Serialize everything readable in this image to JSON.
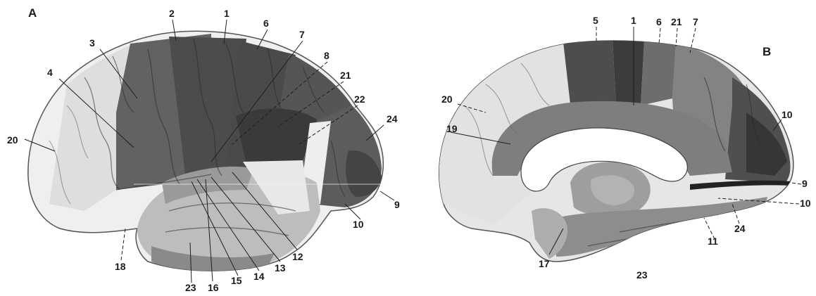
{
  "panels": [
    {
      "id": "A",
      "letter": "A",
      "labels": [
        "1",
        "2",
        "3",
        "4",
        "6",
        "7",
        "8",
        "9",
        "10",
        "12",
        "13",
        "14",
        "15",
        "16",
        "18",
        "20",
        "21",
        "22",
        "23",
        "24"
      ]
    },
    {
      "id": "B",
      "letter": "B",
      "labels": [
        "1",
        "5",
        "6",
        "7",
        "9",
        "10",
        "10",
        "11",
        "17",
        "19",
        "20",
        "21",
        "23",
        "24"
      ]
    }
  ],
  "colors": {
    "background": "#ffffff",
    "ink": "#1a1a1a",
    "darkest_area": "#3e3e3e",
    "dark_area": "#5a5a5a",
    "mid_area": "#7a7a7a",
    "light_area": "#a9a9a9",
    "pale_area": "#d4d4d4",
    "white_area": "#efefef"
  }
}
